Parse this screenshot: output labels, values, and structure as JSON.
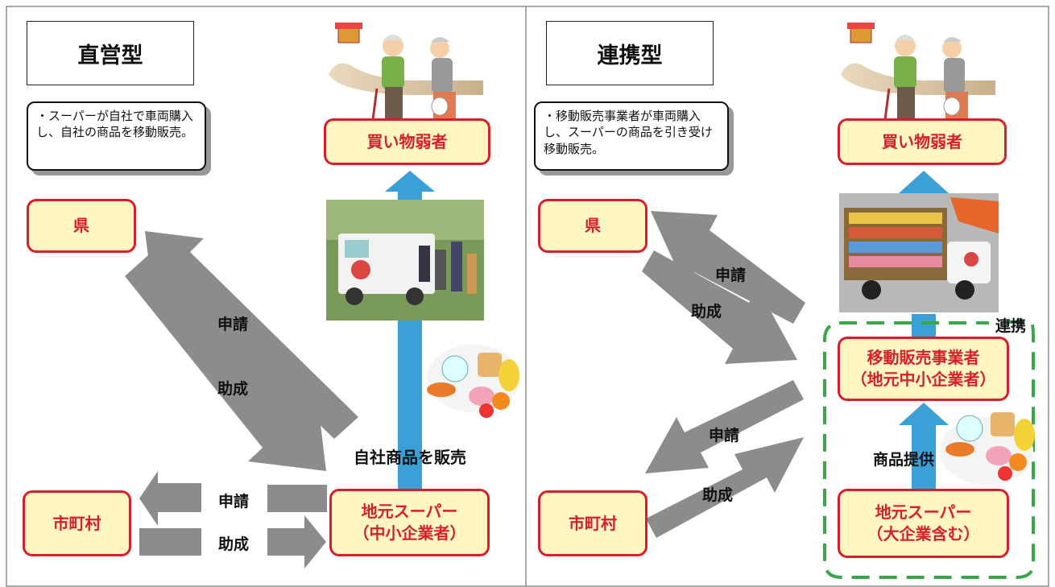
{
  "left": {
    "title": "直営型",
    "note": "・スーパーが自社で車両購入し、自社の商品を移動販売。",
    "pref": "県",
    "muni": "市町村",
    "shoppers": "買い物弱者",
    "supermarket": "地元スーパー\n（中小企業者）",
    "sell_label": "自社商品を販売",
    "apply_pref": "申請",
    "grant_pref": "助成",
    "apply_muni": "申請",
    "grant_muni": "助成"
  },
  "right": {
    "title": "連携型",
    "note": "・移動販売事業者が車両購入し、スーパーの商品を引き受け移動販売。",
    "pref": "県",
    "muni": "市町村",
    "shoppers": "買い物弱者",
    "vendor": "移動販売事業者\n（地元中小企業者）",
    "supermarket": "地元スーパー\n（大企業含む）",
    "supply_label": "商品提供",
    "partner_label": "連携",
    "apply_pref": "申請",
    "grant_pref": "助成",
    "apply_muni": "申請",
    "grant_muni": "助成"
  },
  "colors": {
    "box_fill": "#fff6c2",
    "box_border": "#d81e2c",
    "arrow_gray": "#8c8c8c",
    "arrow_blue": "#3aa0d6",
    "dashed_green": "#3aa64a"
  }
}
